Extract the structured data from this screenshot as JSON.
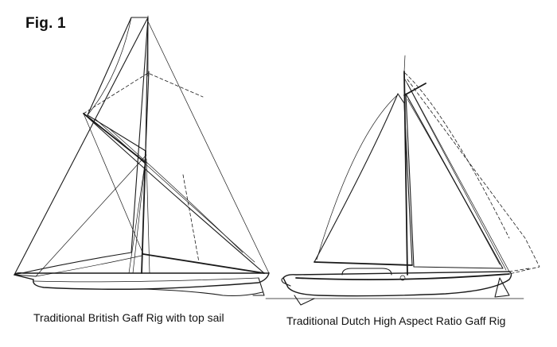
{
  "figure": {
    "label": "Fig. 1"
  },
  "captions": {
    "left": "Traditional British Gaff Rig with top sail",
    "right": "Traditional Dutch High Aspect Ratio Gaff Rig"
  },
  "colors": {
    "ink": "#1a1a1a",
    "paper": "#ffffff"
  }
}
